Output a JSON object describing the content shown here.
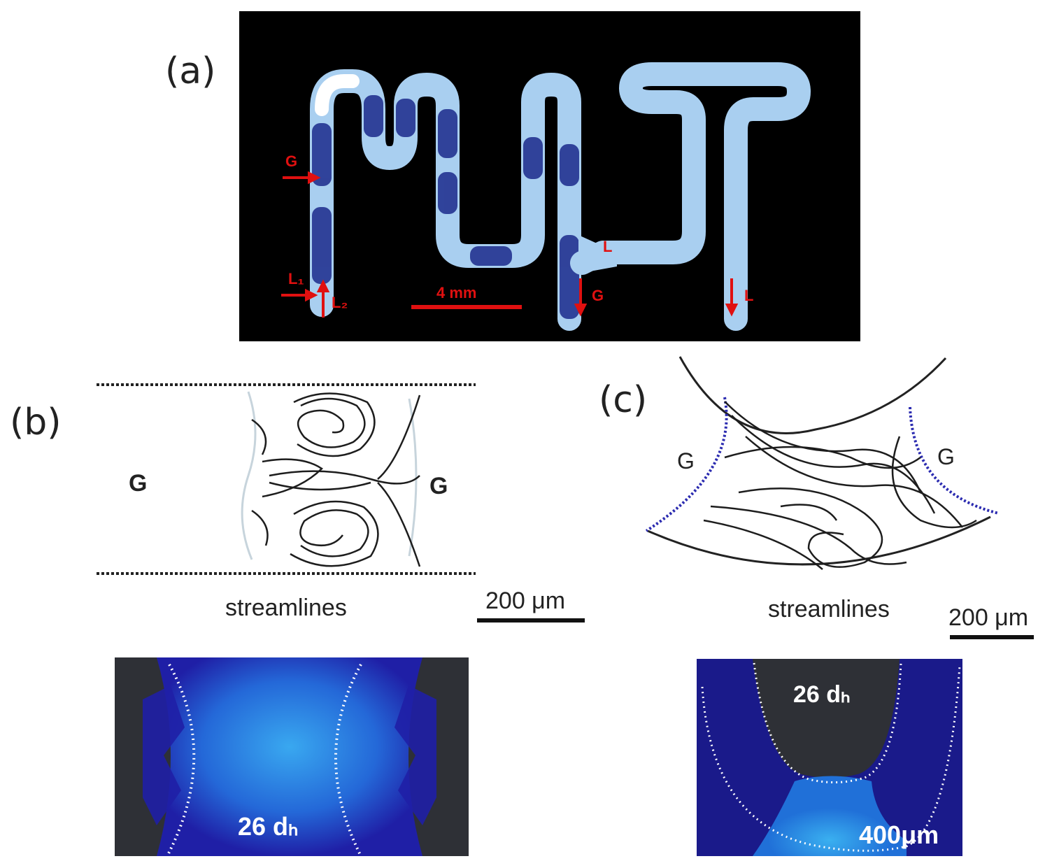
{
  "panels": {
    "a": {
      "label": "(a)",
      "annotations": {
        "g_inlet": "G",
        "l1": "L₁",
        "l2": "L₂",
        "l_sep": "L",
        "g_out": "G",
        "l_out": "L"
      },
      "scale": "4 mm"
    },
    "b": {
      "label": "(b)",
      "gas_left": "G",
      "gas_right": "G",
      "caption": "streamlines",
      "scale": "200 μm",
      "photo_label": "26 dₕ"
    },
    "c": {
      "label": "(c)",
      "gas_left": "G",
      "gas_right": "G",
      "caption": "streamlines",
      "scale": "200 μm",
      "photo_label": "26 dₕ",
      "photo_scale": "400μm"
    }
  },
  "colors": {
    "channel": "#a9cff0",
    "slug": "#1b2a8c",
    "annotation_red": "#e01010",
    "photo_bg": "#2e3036"
  }
}
